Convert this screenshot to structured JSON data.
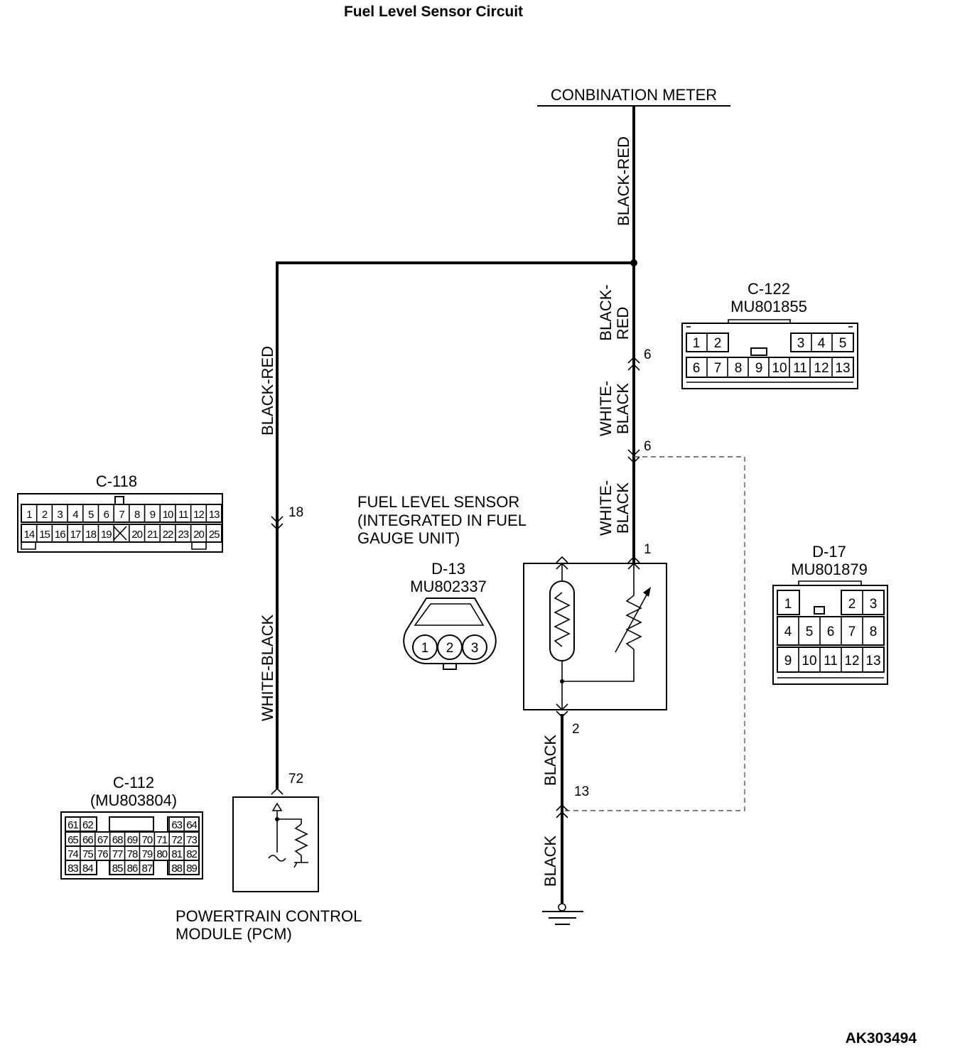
{
  "title": "Fuel Level Sensor Circuit",
  "reference_code": "AK303494",
  "combination_meter": {
    "label": "CONBINATION METER"
  },
  "fuel_sensor": {
    "line1": "FUEL LEVEL SENSOR",
    "line2": "(INTEGRATED IN FUEL",
    "line3": "GAUGE UNIT)"
  },
  "pcm": {
    "line1": "POWERTRAIN CONTROL",
    "line2": "MODULE (PCM)"
  },
  "wires": {
    "meter_main": "BLACK-RED",
    "left_upper": "BLACK-RED",
    "left_lower": "WHITE-BLACK",
    "right_upper_a": "BLACK-",
    "right_upper_b": "RED",
    "right_mid_a": "WHITE-",
    "right_mid_b": "BLACK",
    "right_low_a": "WHITE-",
    "right_low_b": "BLACK",
    "ground_upper": "BLACK",
    "ground_lower": "BLACK"
  },
  "terminals": {
    "c122_pin": "6",
    "d17_pin": "6",
    "c118_pin": "18",
    "d13_pin1": "1",
    "d13_pin2": "2",
    "d17_pin13": "13",
    "pcm_pin": "72"
  },
  "connectors": {
    "c122": {
      "name": "C-122",
      "part": "MU801855",
      "row1": [
        "1",
        "2",
        "3",
        "4",
        "5"
      ],
      "row2": [
        "6",
        "7",
        "8",
        "9",
        "10",
        "11",
        "12",
        "13"
      ]
    },
    "c118": {
      "name": "C-118",
      "row1": [
        "1",
        "2",
        "3",
        "4",
        "5",
        "6",
        "7",
        "8",
        "9",
        "10",
        "11",
        "12",
        "13"
      ],
      "row2": [
        "14",
        "15",
        "16",
        "17",
        "18",
        "19",
        "20",
        "21",
        "22",
        "23",
        "20",
        "25"
      ]
    },
    "d13": {
      "name": "D-13",
      "part": "MU802337",
      "pins": [
        "1",
        "2",
        "3"
      ]
    },
    "d17": {
      "name": "D-17",
      "part": "MU801879",
      "row1": [
        "1",
        "2",
        "3"
      ],
      "row2": [
        "4",
        "5",
        "6",
        "7",
        "8"
      ],
      "row3": [
        "9",
        "10",
        "11",
        "12",
        "13"
      ]
    },
    "c112": {
      "name": "C-112",
      "part": "(MU803804)",
      "row1": [
        "61",
        "62",
        "63",
        "64"
      ],
      "row2": [
        "65",
        "66",
        "67",
        "68",
        "69",
        "70",
        "71",
        "72",
        "73"
      ],
      "row3": [
        "74",
        "75",
        "76",
        "77",
        "78",
        "79",
        "80",
        "81",
        "82"
      ],
      "row4": [
        "83",
        "84",
        "85",
        "86",
        "87",
        "88",
        "89"
      ]
    }
  }
}
